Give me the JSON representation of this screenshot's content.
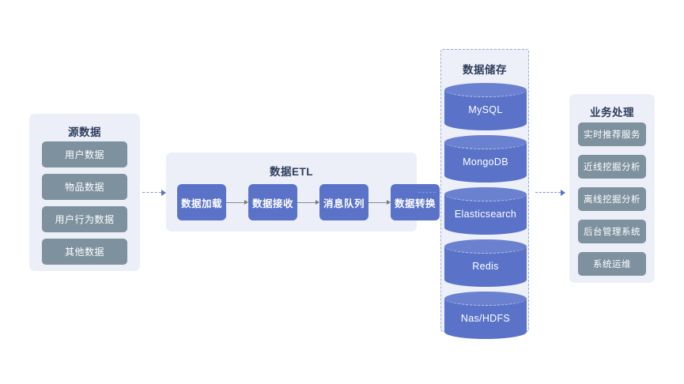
{
  "diagram": {
    "title": "data-platform-architecture",
    "colors": {
      "panel_bg": "#eceff8",
      "chip": "#7e919f",
      "etl_box": "#5a73c8",
      "cylinder": "#5a73c8",
      "cylinder_cap": "#6a81cf",
      "title_text": "#2f3d5c",
      "dashed_border": "#9aa8d8",
      "connector": "#5a73c8"
    }
  },
  "source_panel": {
    "title": "源数据",
    "items": [
      {
        "label": "用户数据"
      },
      {
        "label": "物品数据"
      },
      {
        "label": "用户行为数据"
      },
      {
        "label": "其他数据"
      }
    ]
  },
  "etl_panel": {
    "title": "数据ETL",
    "steps": [
      {
        "label": "数据加载"
      },
      {
        "label": "数据接收"
      },
      {
        "label": "消息队列"
      },
      {
        "label": "数据转换"
      }
    ]
  },
  "storage_panel": {
    "title": "数据储存",
    "stores": [
      {
        "label": "MySQL"
      },
      {
        "label": "MongoDB"
      },
      {
        "label": "Elasticsearch"
      },
      {
        "label": "Redis"
      },
      {
        "label": "Nas/HDFS"
      }
    ]
  },
  "business_panel": {
    "title": "业务处理",
    "items": [
      {
        "label": "实时推荐服务"
      },
      {
        "label": "近线挖掘分析"
      },
      {
        "label": "离线挖掘分析"
      },
      {
        "label": "后台管理系统"
      },
      {
        "label": "系统运维"
      }
    ]
  }
}
